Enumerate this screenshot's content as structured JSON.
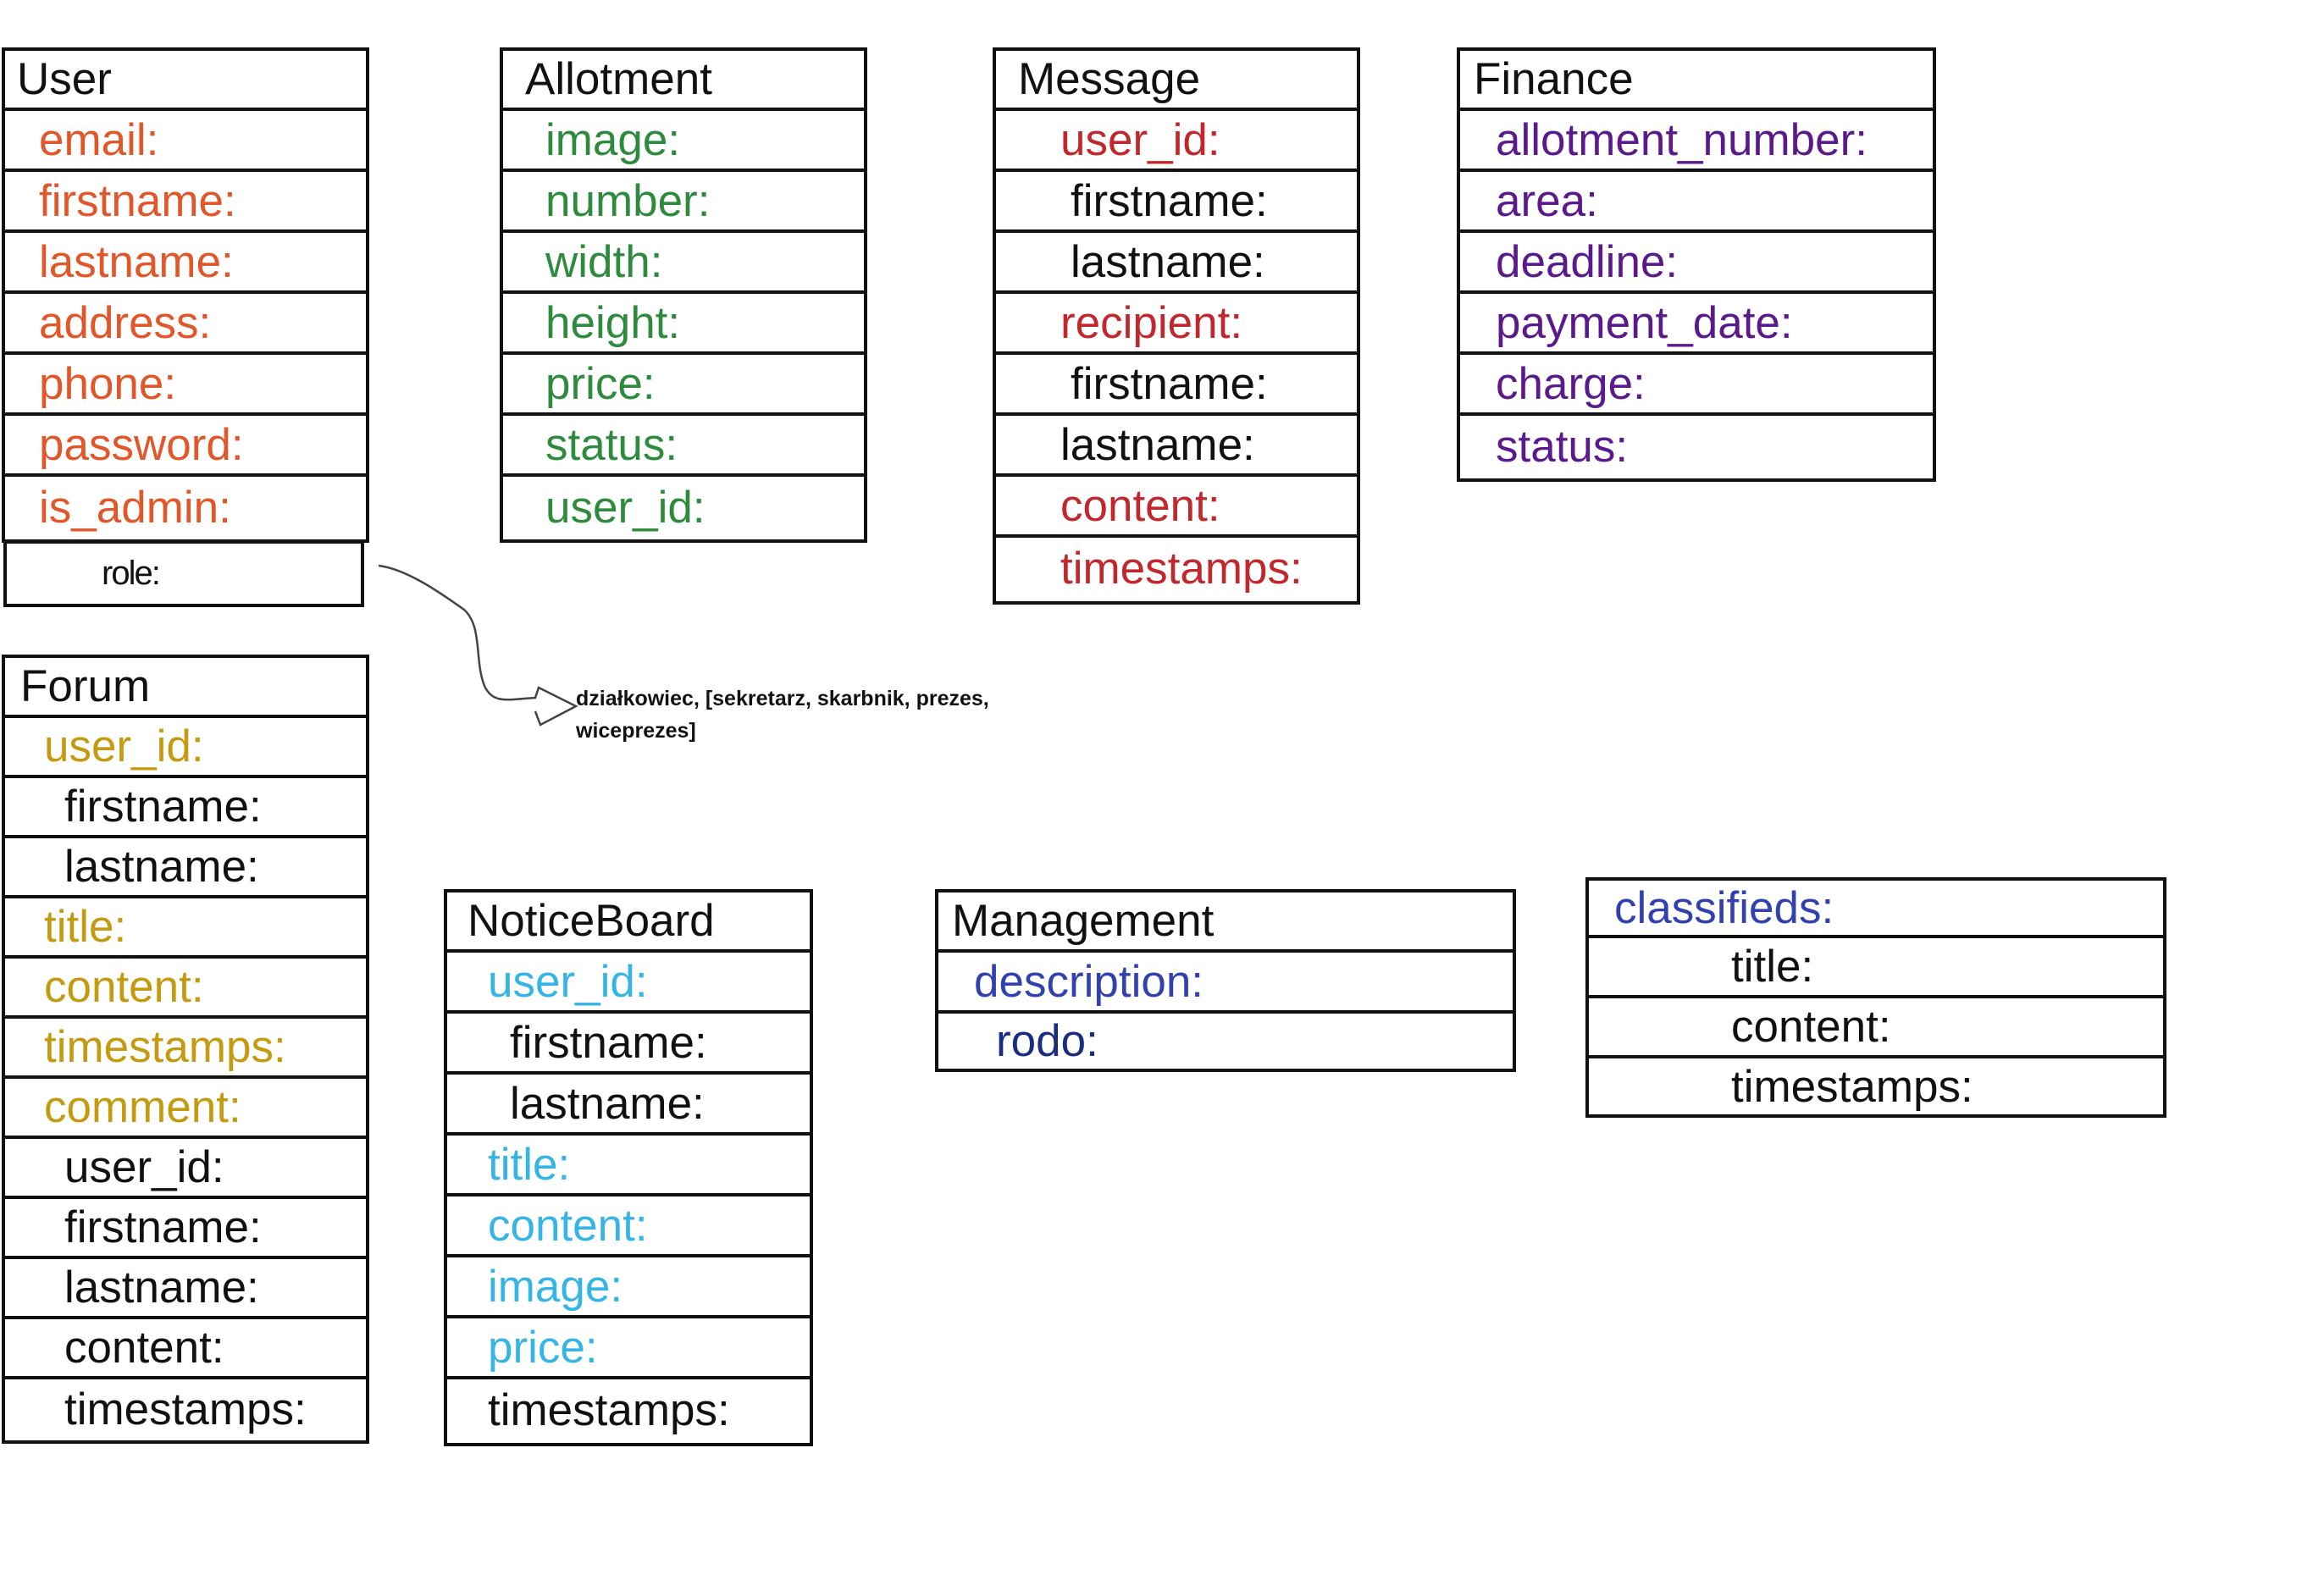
{
  "colors": {
    "user": "#e2572a",
    "allotment": "#2e8b3e",
    "message": "#c0282e",
    "finance": "#5a1a8c",
    "forum": "#c49a10",
    "noticeboard": "#35b5e5",
    "management_desc": "#3340b0",
    "management_rodo": "#1a2d80",
    "classifieds": "#3340b0",
    "plain": "#111111"
  },
  "user": {
    "title": "User",
    "fields": [
      "email:",
      "firstname:",
      "lastname:",
      "address:",
      "phone:",
      "password:",
      "is_admin:"
    ],
    "role_field": "role:"
  },
  "allotment": {
    "title": "Allotment",
    "fields": [
      "image:",
      "number:",
      "width:",
      "height:",
      "price:",
      "status:",
      "user_id:"
    ]
  },
  "message": {
    "title": "Message",
    "fields": [
      "user_id:",
      "firstname:",
      "lastname:",
      "recipient:",
      "firstname:",
      "lastname:",
      "content:",
      "timestamps:"
    ]
  },
  "finance": {
    "title": "Finance",
    "fields": [
      "allotment_number:",
      "area:",
      "deadline:",
      "payment_date:",
      "charge:",
      "status:"
    ]
  },
  "forum": {
    "title": "Forum",
    "fields": [
      "user_id:",
      "firstname:",
      "lastname:",
      "title:",
      "content:",
      "timestamps:",
      "comment:",
      "user_id:",
      "firstname:",
      "lastname:",
      "content:",
      "timestamps:"
    ]
  },
  "noticeboard": {
    "title": "NoticeBoard",
    "fields": [
      "user_id:",
      "firstname:",
      "lastname:",
      "title:",
      "content:",
      "image:",
      "price:",
      "timestamps:"
    ]
  },
  "management": {
    "title": "Management",
    "fields": [
      "description:",
      "rodo:"
    ]
  },
  "classifieds": {
    "fields": [
      "classifieds:",
      "title:",
      "content:",
      "timestamps:"
    ]
  },
  "role_note": {
    "line1": "działkowiec, [sekretarz, skarbnik, prezes,",
    "line2": "wiceprezes]"
  }
}
